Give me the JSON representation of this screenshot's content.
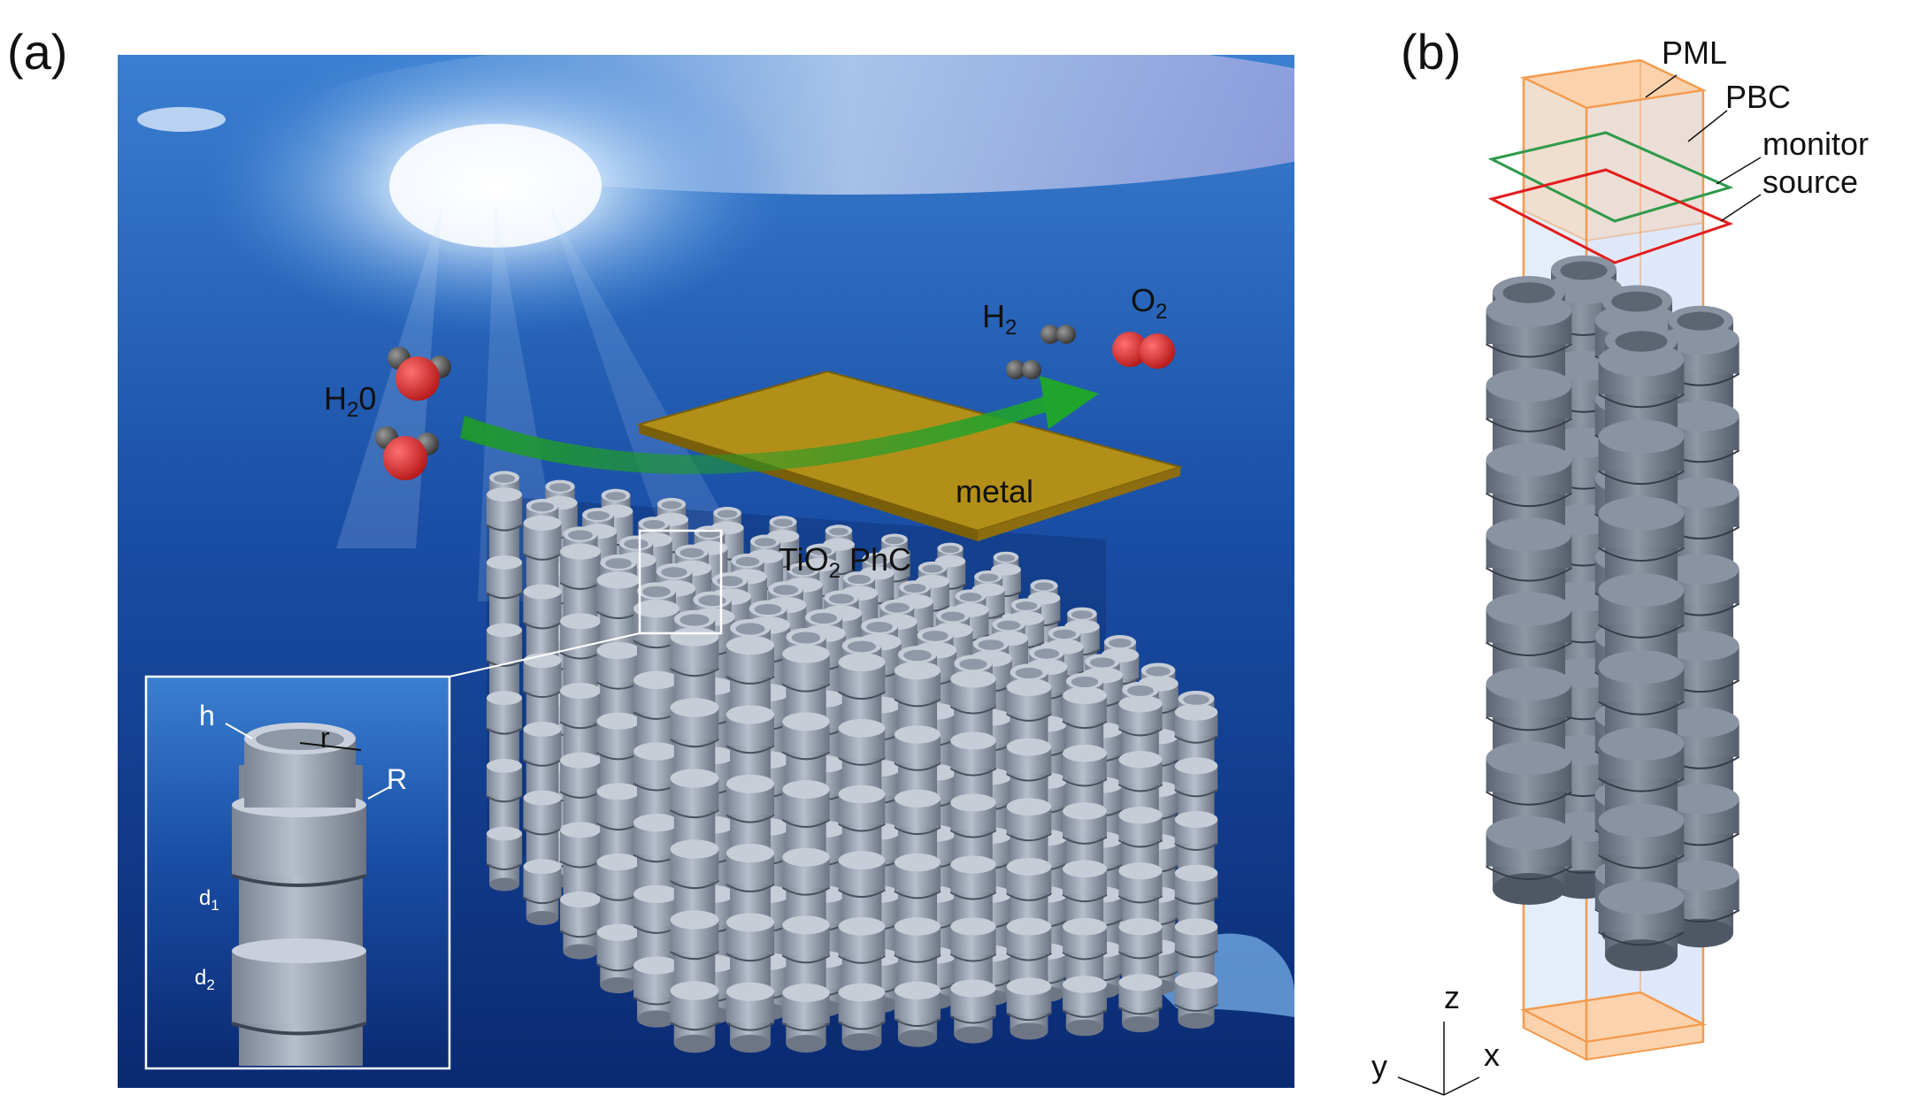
{
  "panels": {
    "a": {
      "label": "(a)",
      "molecules": {
        "water": "H",
        "water_sub": "2",
        "water_tail": "0",
        "hydrogen": "H",
        "hydrogen_sub": "2",
        "oxygen": "O",
        "oxygen_sub": "2"
      },
      "metal_label": "metal",
      "phc_label_pre": "TiO",
      "phc_label_sub": "2",
      "phc_label_post": " PhC",
      "inset_labels": {
        "h": "h",
        "r": "r",
        "R": "R",
        "d1": "d",
        "d1_sub": "1",
        "d2": "d",
        "d2_sub": "2"
      }
    },
    "b": {
      "label": "(b)",
      "pml": "PML",
      "pbc": "PBC",
      "monitor": "monitor",
      "source": "source",
      "axes": {
        "z": "z",
        "y": "y",
        "x": "x"
      }
    }
  },
  "colors": {
    "ocean_top": "#2a6fc7",
    "ocean_bottom": "#0a2a78",
    "metal": "#b28f18",
    "pillar": "#8a93a3",
    "pml": "#f39a4e",
    "pbc": "#c4d6f5",
    "monitor": "#2f9a4a",
    "source": "#e11d1d",
    "arrow": "#1f9a2a",
    "oxygen_atom": "#d92b2b",
    "hydrogen_atom": "#555555"
  }
}
